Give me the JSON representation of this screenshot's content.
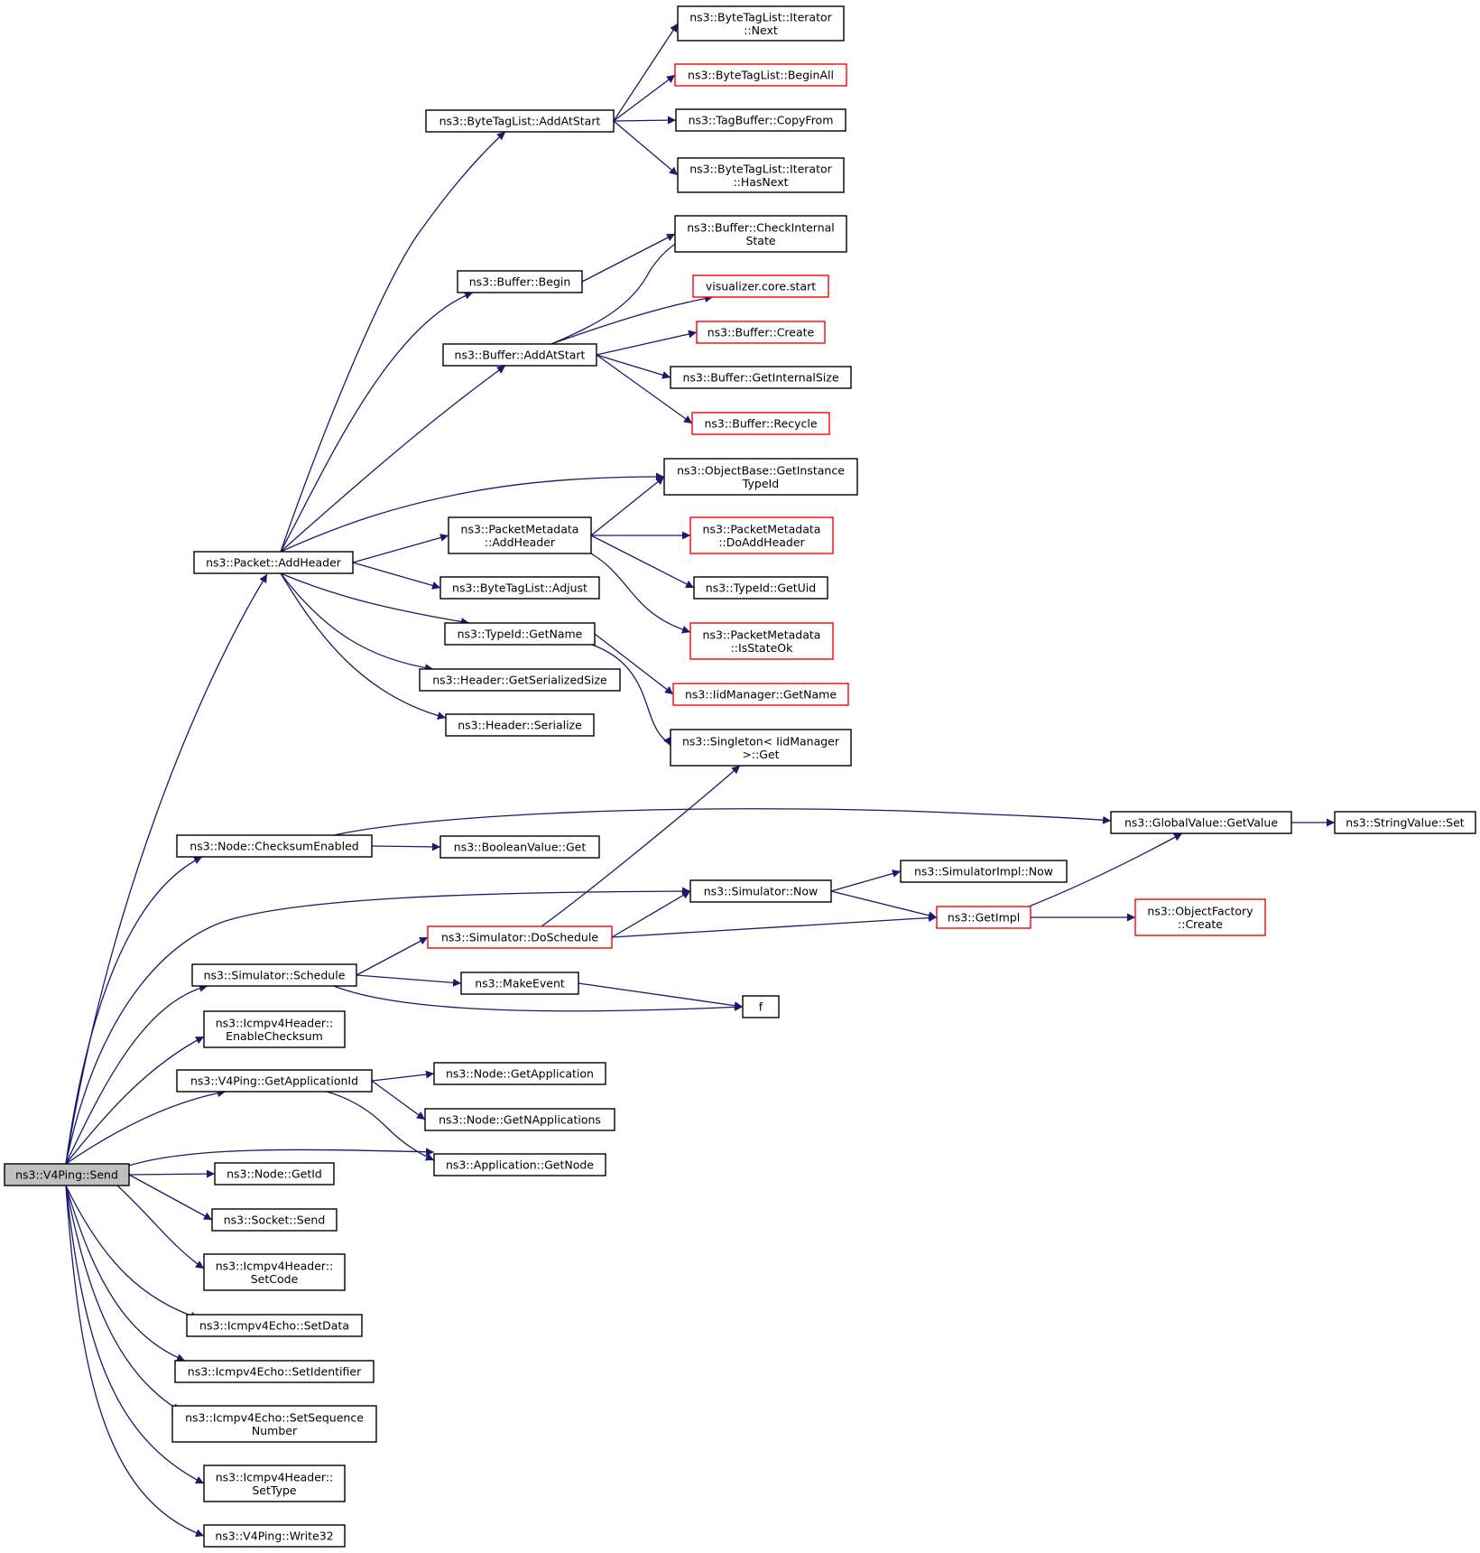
{
  "graph": {
    "title": "",
    "colors": {
      "edge": "#191970",
      "border_normal": "#000000",
      "border_truncated": "#ff0000",
      "root_fill": "#bfbfbf",
      "node_fill": "#ffffff"
    },
    "nodes": [
      {
        "id": "send",
        "lines": [
          "ns3::V4Ping::Send"
        ],
        "kind": "root"
      },
      {
        "id": "addheader",
        "lines": [
          "ns3::Packet::AddHeader"
        ],
        "kind": "normal"
      },
      {
        "id": "checksumEnabled",
        "lines": [
          "ns3::Node::ChecksumEnabled"
        ],
        "kind": "normal"
      },
      {
        "id": "schedule",
        "lines": [
          "ns3::Simulator::Schedule"
        ],
        "kind": "normal"
      },
      {
        "id": "enableChecksum",
        "lines": [
          "ns3::Icmpv4Header::",
          "EnableChecksum"
        ],
        "kind": "normal"
      },
      {
        "id": "getAppId",
        "lines": [
          "ns3::V4Ping::GetApplicationId"
        ],
        "kind": "normal"
      },
      {
        "id": "nodeGetId",
        "lines": [
          "ns3::Node::GetId"
        ],
        "kind": "normal"
      },
      {
        "id": "socketSend",
        "lines": [
          "ns3::Socket::Send"
        ],
        "kind": "normal"
      },
      {
        "id": "setCode",
        "lines": [
          "ns3::Icmpv4Header::",
          "SetCode"
        ],
        "kind": "normal"
      },
      {
        "id": "setData",
        "lines": [
          "ns3::Icmpv4Echo::SetData"
        ],
        "kind": "normal"
      },
      {
        "id": "setIdentifier",
        "lines": [
          "ns3::Icmpv4Echo::SetIdentifier"
        ],
        "kind": "normal"
      },
      {
        "id": "setSeq",
        "lines": [
          "ns3::Icmpv4Echo::SetSequence",
          "Number"
        ],
        "kind": "normal"
      },
      {
        "id": "setType",
        "lines": [
          "ns3::Icmpv4Header::",
          "SetType"
        ],
        "kind": "normal"
      },
      {
        "id": "write32",
        "lines": [
          "ns3::V4Ping::Write32"
        ],
        "kind": "normal"
      },
      {
        "id": "btlAddAtStart",
        "lines": [
          "ns3::ByteTagList::AddAtStart"
        ],
        "kind": "normal"
      },
      {
        "id": "bufBegin",
        "lines": [
          "ns3::Buffer::Begin"
        ],
        "kind": "normal"
      },
      {
        "id": "bufAddAtStart",
        "lines": [
          "ns3::Buffer::AddAtStart"
        ],
        "kind": "normal"
      },
      {
        "id": "pmAddHeader",
        "lines": [
          "ns3::PacketMetadata",
          "::AddHeader"
        ],
        "kind": "normal"
      },
      {
        "id": "btlAdjust",
        "lines": [
          "ns3::ByteTagList::Adjust"
        ],
        "kind": "normal"
      },
      {
        "id": "typeGetName",
        "lines": [
          "ns3::TypeId::GetName"
        ],
        "kind": "normal"
      },
      {
        "id": "hdrSerSize",
        "lines": [
          "ns3::Header::GetSerializedSize"
        ],
        "kind": "normal"
      },
      {
        "id": "hdrSerialize",
        "lines": [
          "ns3::Header::Serialize"
        ],
        "kind": "normal"
      },
      {
        "id": "boolGet",
        "lines": [
          "ns3::BooleanValue::Get"
        ],
        "kind": "normal"
      },
      {
        "id": "simNow",
        "lines": [
          "ns3::Simulator::Now"
        ],
        "kind": "normal"
      },
      {
        "id": "doSchedule",
        "lines": [
          "ns3::Simulator::DoSchedule"
        ],
        "kind": "truncated"
      },
      {
        "id": "makeEvent",
        "lines": [
          "ns3::MakeEvent"
        ],
        "kind": "normal"
      },
      {
        "id": "f",
        "lines": [
          "f"
        ],
        "kind": "normal"
      },
      {
        "id": "nodeGetApp",
        "lines": [
          "ns3::Node::GetApplication"
        ],
        "kind": "normal"
      },
      {
        "id": "nodeGetNApps",
        "lines": [
          "ns3::Node::GetNApplications"
        ],
        "kind": "normal"
      },
      {
        "id": "appGetNode",
        "lines": [
          "ns3::Application::GetNode"
        ],
        "kind": "normal"
      },
      {
        "id": "itNext",
        "lines": [
          "ns3::ByteTagList::Iterator",
          "::Next"
        ],
        "kind": "normal"
      },
      {
        "id": "btlBeginAll",
        "lines": [
          "ns3::ByteTagList::BeginAll"
        ],
        "kind": "truncated"
      },
      {
        "id": "tbCopyFrom",
        "lines": [
          "ns3::TagBuffer::CopyFrom"
        ],
        "kind": "normal"
      },
      {
        "id": "itHasNext",
        "lines": [
          "ns3::ByteTagList::Iterator",
          "::HasNext"
        ],
        "kind": "normal"
      },
      {
        "id": "bufCheckState",
        "lines": [
          "ns3::Buffer::CheckInternal",
          "State"
        ],
        "kind": "normal"
      },
      {
        "id": "vizStart",
        "lines": [
          "visualizer.core.start"
        ],
        "kind": "truncated"
      },
      {
        "id": "bufCreate",
        "lines": [
          "ns3::Buffer::Create"
        ],
        "kind": "truncated"
      },
      {
        "id": "bufGetIntSize",
        "lines": [
          "ns3::Buffer::GetInternalSize"
        ],
        "kind": "normal"
      },
      {
        "id": "bufRecycle",
        "lines": [
          "ns3::Buffer::Recycle"
        ],
        "kind": "truncated"
      },
      {
        "id": "objGetInstTid",
        "lines": [
          "ns3::ObjectBase::GetInstance",
          "TypeId"
        ],
        "kind": "normal"
      },
      {
        "id": "pmDoAddHeader",
        "lines": [
          "ns3::PacketMetadata",
          "::DoAddHeader"
        ],
        "kind": "truncated"
      },
      {
        "id": "tidGetUid",
        "lines": [
          "ns3::TypeId::GetUid"
        ],
        "kind": "normal"
      },
      {
        "id": "pmIsStateOk",
        "lines": [
          "ns3::PacketMetadata",
          "::IsStateOk"
        ],
        "kind": "truncated"
      },
      {
        "id": "iidGetName",
        "lines": [
          "ns3::IidManager::GetName"
        ],
        "kind": "truncated"
      },
      {
        "id": "singletonGet",
        "lines": [
          "ns3::Singleton< IidManager",
          ">::Get"
        ],
        "kind": "normal"
      },
      {
        "id": "gvGetValue",
        "lines": [
          "ns3::GlobalValue::GetValue"
        ],
        "kind": "normal"
      },
      {
        "id": "svSet",
        "lines": [
          "ns3::StringValue::Set"
        ],
        "kind": "normal"
      },
      {
        "id": "simImplNow",
        "lines": [
          "ns3::SimulatorImpl::Now"
        ],
        "kind": "normal"
      },
      {
        "id": "getImpl",
        "lines": [
          "ns3::GetImpl"
        ],
        "kind": "truncated"
      },
      {
        "id": "ofCreate",
        "lines": [
          "ns3::ObjectFactory",
          "::Create"
        ],
        "kind": "truncated"
      }
    ],
    "edges": [
      [
        "send",
        "addheader"
      ],
      [
        "send",
        "checksumEnabled"
      ],
      [
        "send",
        "simNow"
      ],
      [
        "send",
        "schedule"
      ],
      [
        "send",
        "enableChecksum"
      ],
      [
        "send",
        "getAppId"
      ],
      [
        "send",
        "appGetNode"
      ],
      [
        "send",
        "nodeGetId"
      ],
      [
        "send",
        "socketSend"
      ],
      [
        "send",
        "setCode"
      ],
      [
        "send",
        "setData"
      ],
      [
        "send",
        "setIdentifier"
      ],
      [
        "send",
        "setSeq"
      ],
      [
        "send",
        "setType"
      ],
      [
        "send",
        "write32"
      ],
      [
        "addheader",
        "btlAddAtStart"
      ],
      [
        "addheader",
        "bufBegin"
      ],
      [
        "addheader",
        "bufAddAtStart"
      ],
      [
        "addheader",
        "objGetInstTid"
      ],
      [
        "addheader",
        "pmAddHeader"
      ],
      [
        "addheader",
        "btlAdjust"
      ],
      [
        "addheader",
        "typeGetName"
      ],
      [
        "addheader",
        "hdrSerSize"
      ],
      [
        "addheader",
        "hdrSerialize"
      ],
      [
        "btlAddAtStart",
        "itNext"
      ],
      [
        "btlAddAtStart",
        "btlBeginAll"
      ],
      [
        "btlAddAtStart",
        "tbCopyFrom"
      ],
      [
        "btlAddAtStart",
        "itHasNext"
      ],
      [
        "bufBegin",
        "bufCheckState"
      ],
      [
        "bufAddAtStart",
        "bufCheckState"
      ],
      [
        "bufAddAtStart",
        "vizStart"
      ],
      [
        "bufAddAtStart",
        "bufCreate"
      ],
      [
        "bufAddAtStart",
        "bufGetIntSize"
      ],
      [
        "bufAddAtStart",
        "bufRecycle"
      ],
      [
        "pmAddHeader",
        "objGetInstTid"
      ],
      [
        "pmAddHeader",
        "pmDoAddHeader"
      ],
      [
        "pmAddHeader",
        "tidGetUid"
      ],
      [
        "pmAddHeader",
        "pmIsStateOk"
      ],
      [
        "typeGetName",
        "iidGetName"
      ],
      [
        "typeGetName",
        "singletonGet"
      ],
      [
        "checksumEnabled",
        "gvGetValue"
      ],
      [
        "checksumEnabled",
        "boolGet"
      ],
      [
        "gvGetValue",
        "svSet"
      ],
      [
        "simNow",
        "simImplNow"
      ],
      [
        "simNow",
        "getImpl"
      ],
      [
        "doSchedule",
        "singletonGet"
      ],
      [
        "doSchedule",
        "simNow"
      ],
      [
        "doSchedule",
        "getImpl"
      ],
      [
        "getImpl",
        "gvGetValue"
      ],
      [
        "getImpl",
        "ofCreate"
      ],
      [
        "schedule",
        "doSchedule"
      ],
      [
        "schedule",
        "makeEvent"
      ],
      [
        "schedule",
        "f"
      ],
      [
        "makeEvent",
        "f"
      ],
      [
        "getAppId",
        "nodeGetApp"
      ],
      [
        "getAppId",
        "nodeGetNApps"
      ],
      [
        "getAppId",
        "appGetNode"
      ]
    ]
  }
}
